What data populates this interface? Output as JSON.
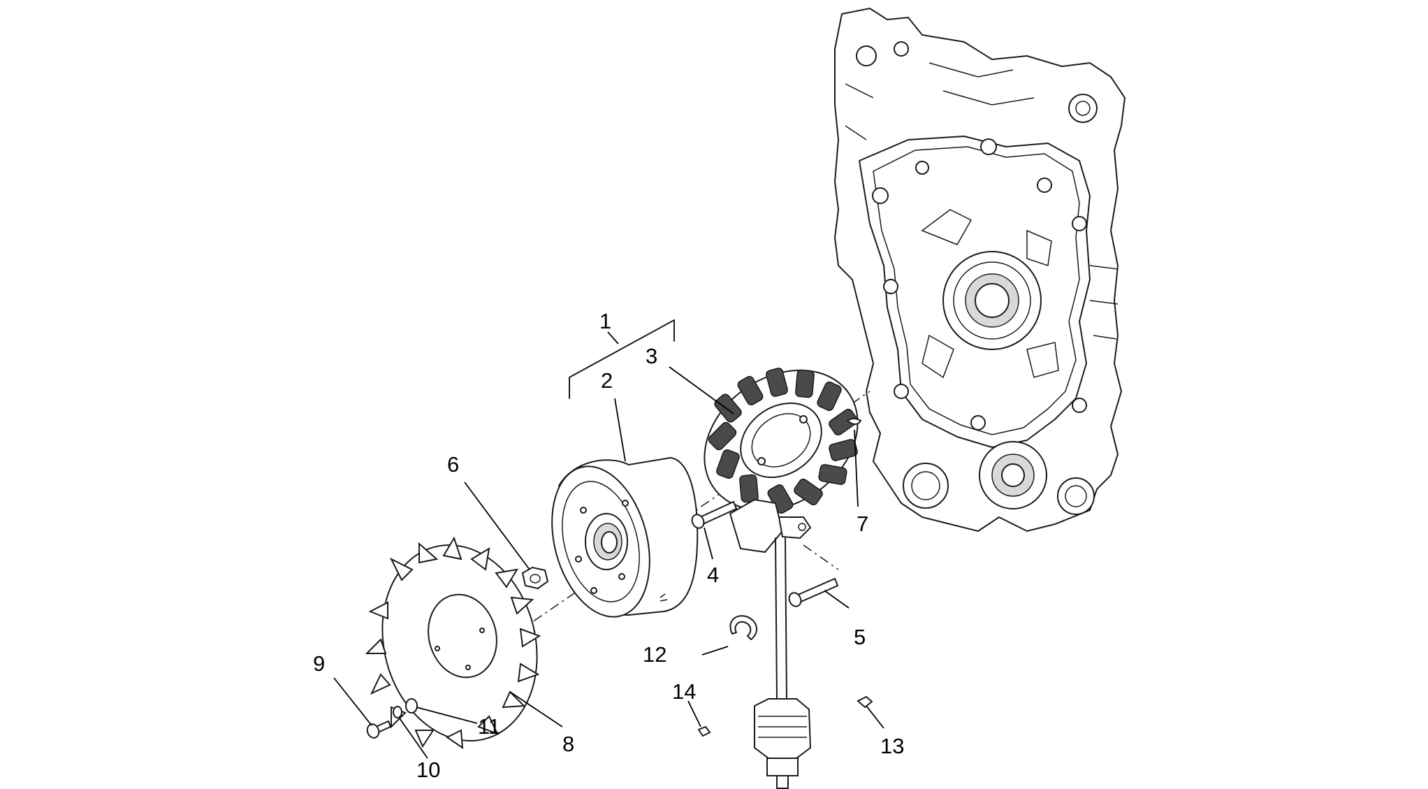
{
  "callouts": [
    {
      "id": "c1",
      "text": "1"
    },
    {
      "id": "c2",
      "text": "2"
    },
    {
      "id": "c3",
      "text": "3"
    },
    {
      "id": "c4",
      "text": "4"
    },
    {
      "id": "c5",
      "text": "5"
    },
    {
      "id": "c6",
      "text": "6"
    },
    {
      "id": "c7",
      "text": "7"
    },
    {
      "id": "c8",
      "text": "8"
    },
    {
      "id": "c9",
      "text": "9"
    },
    {
      "id": "c10",
      "text": "10"
    },
    {
      "id": "c11",
      "text": "11"
    },
    {
      "id": "c12",
      "text": "12"
    },
    {
      "id": "c13",
      "text": "13"
    },
    {
      "id": "c14",
      "text": "14"
    }
  ],
  "colors": {
    "line": "#1a1a1a",
    "background": "#ffffff",
    "winding": "#4a4a4a"
  }
}
